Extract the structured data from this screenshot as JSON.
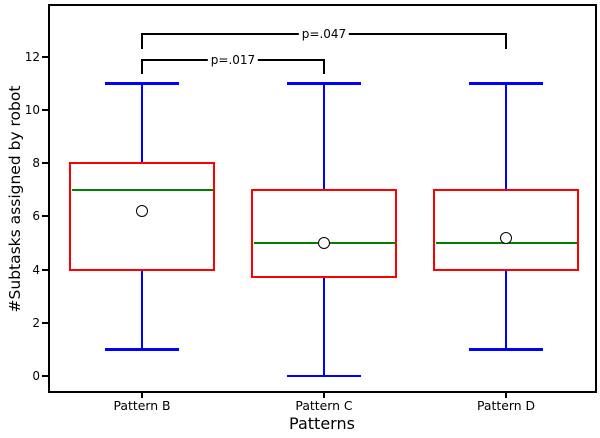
{
  "chart_data": {
    "type": "boxplot",
    "title": "",
    "xlabel": "Patterns",
    "ylabel": "#Subtasks assigned by robot",
    "categories": [
      "Pattern B",
      "Pattern C",
      "Pattern D"
    ],
    "yticks": [
      0,
      2,
      4,
      6,
      8,
      10,
      12
    ],
    "ylim": [
      -0.6,
      13.95
    ],
    "grid": false,
    "boxes": [
      {
        "label": "Pattern B",
        "whisker_low": 1,
        "q1": 4,
        "median": 7,
        "q3": 8,
        "whisker_high": 11,
        "mean": 6.2
      },
      {
        "label": "Pattern C",
        "whisker_low": 0,
        "q1": 3.75,
        "median": 5,
        "q3": 7,
        "whisker_high": 11,
        "mean": 5.0
      },
      {
        "label": "Pattern D",
        "whisker_low": 1,
        "q1": 4,
        "median": 5,
        "q3": 7,
        "whisker_high": 11,
        "mean": 5.2
      }
    ],
    "significance_brackets": [
      {
        "label": "p=.017",
        "from": "Pattern B",
        "to": "Pattern C",
        "height": 11.9,
        "tick_drop": 0.55
      },
      {
        "label": "p=.047",
        "from": "Pattern B",
        "to": "Pattern D",
        "height": 12.85,
        "tick_drop": 0.55
      }
    ],
    "colors": {
      "box": "#ff0000",
      "median": "#008000",
      "whisker": "#0000ff",
      "bracket": "#000000",
      "mean_marker_edge": "#000000",
      "mean_marker_fill": "#ffffff",
      "axis": "#000000"
    }
  }
}
